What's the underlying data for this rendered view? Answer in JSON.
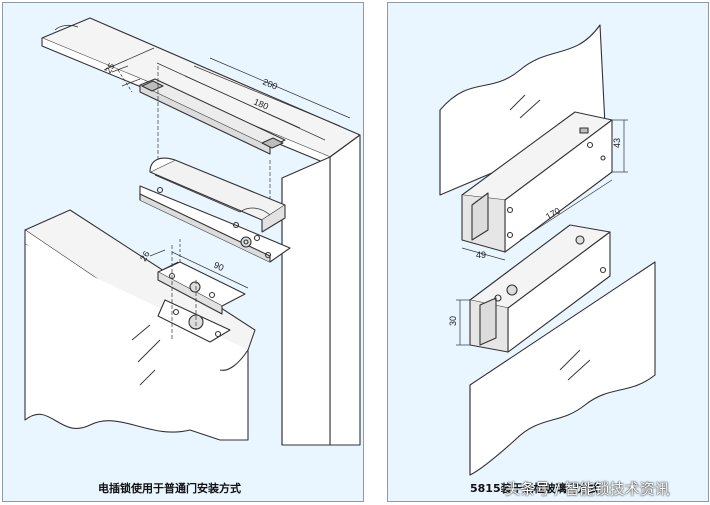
{
  "left_panel": {
    "caption": "电插锁使用于普通门安装方式",
    "dimensions": {
      "d200": "200",
      "d180": "180",
      "d25": "25",
      "d26": "26",
      "d90": "90"
    }
  },
  "right_panel": {
    "caption": "5815装于无框玻璃门方式",
    "dimensions": {
      "d43": "43",
      "d170": "170",
      "d49": "49",
      "d30": "30"
    }
  },
  "watermark": "头条号 / 智能锁技术资讯",
  "colors": {
    "panel_bg": "#e9f6ff",
    "line": "#333333",
    "shade": "#c9c9c9"
  }
}
